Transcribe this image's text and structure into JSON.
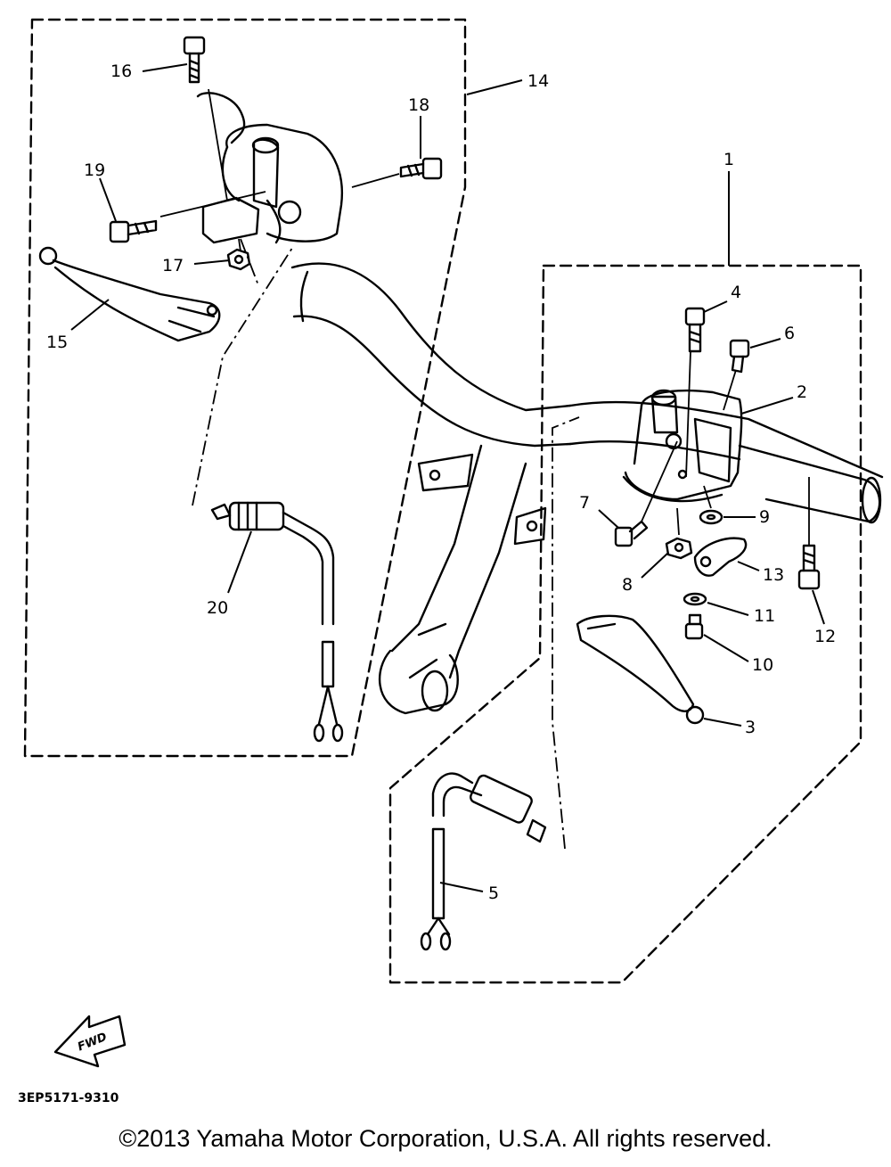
{
  "diagram": {
    "drawing_code": "3EP5171-9310",
    "direction_label": "FWD",
    "callouts": [
      "1",
      "2",
      "3",
      "4",
      "5",
      "6",
      "7",
      "8",
      "9",
      "10",
      "11",
      "12",
      "13",
      "14",
      "15",
      "16",
      "17",
      "18",
      "19",
      "20"
    ]
  },
  "footer": {
    "copyright": "©2013 Yamaha Motor Corporation, U.S.A. All rights reserved."
  }
}
